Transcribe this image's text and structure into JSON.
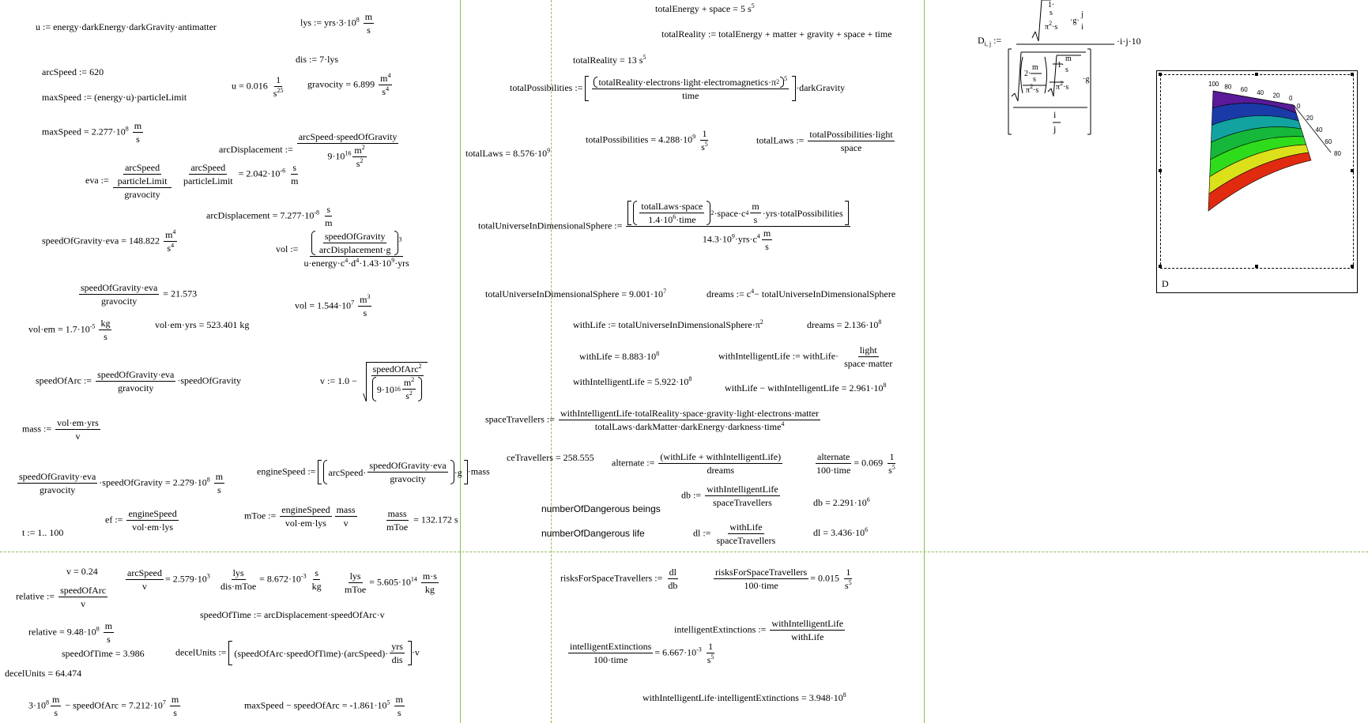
{
  "worksheet": {
    "u_def": "u := energy·darkEnergy·darkGravity·antimatter",
    "lys_lhs": "lys := yrs·3·10",
    "lys_exp": "8",
    "unit_m": "m",
    "unit_s": "s",
    "dis_def": "dis := 7·lys",
    "arcSpeed_def": "arcSpeed := 620",
    "u_val": "u = 0.016",
    "u_unit_num": "1",
    "u_unit_den": "s",
    "u_unit_exp": "25",
    "gravocity_val": "gravocity = 6.899",
    "gravocity_exp_num": "4",
    "gravocity_exp_den": "4",
    "maxSpeed_def": "maxSpeed := (energy·u)·particleLimit",
    "maxSpeed_val": "maxSpeed = 2.277·10",
    "maxSpeed_exp": "8",
    "arcDisp_lhs": "arcDisplacement :=",
    "arcDisp_num": "arcSpeed·speedOfGravity",
    "arcDisp_den": "9·10",
    "arcDisp_den_exp": "16",
    "eva_lhs": "eva :=",
    "eva_num1": "arcSpeed",
    "eva_den1": "particleLimit",
    "eva_den2": "gravocity",
    "eva_frac_num": "arcSpeed",
    "eva_frac_den": "particleLimit",
    "eva_val": "= 2.042·10",
    "eva_val_exp": "-6",
    "arcDisp_val": "arcDisplacement = 7.277·10",
    "arcDisp_val_exp": "-8",
    "sog_eva": "speedOfGravity·eva = 148.822",
    "vol_lhs": "vol :=",
    "vol_n1": "speedOfGravity",
    "vol_n2": "arcDisplacement·g",
    "vol_n_exp": "3",
    "vol_den": "u·energy·c",
    "vol_den2": "·d",
    "vol_den3": "·1.43·10",
    "vol_den3_exp": "9",
    "vol_den4": "·yrs",
    "frac_sog_eva_num": "speedOfGravity·eva",
    "frac_sog_eva_den": "gravocity",
    "frac_sog_eva_val": "= 21.573",
    "vol_val": "vol = 1.544·10",
    "vol_val_exp": "7",
    "vol_em_val": "vol·em = 1.7·10",
    "vol_em_exp": "-5",
    "unit_kg": "kg",
    "vol_em_yrs": "vol·em·yrs = 523.401 kg",
    "speedOfArc_lhs": "speedOfArc :=",
    "speedOfArc_num": "speedOfGravity·eva",
    "speedOfArc_den": "gravocity",
    "speedOfArc_tail": "·speedOfGravity",
    "v_lhs": "v := 1.0 −",
    "v_num": "speedOfArc",
    "v_num_exp": "2",
    "v_den": "9·10",
    "v_den_exp": "16",
    "mass_lhs": "mass :=",
    "mass_num": "vol·em·yrs",
    "mass_den": "v",
    "row_sog_num": "speedOfGravity·eva",
    "row_sog_den": "gravocity",
    "row_sog_tail": "·speedOfGravity = 2.279·10",
    "row_sog_exp": "8",
    "engine_lhs": "engineSpeed :=",
    "engine_a": "arcSpeed·",
    "engine_num": "speedOfGravity·eva",
    "engine_den": "gravocity",
    "engine_g": "·g",
    "engine_mass": "·mass",
    "ef_lhs": "ef :=",
    "ef_num": "engineSpeed",
    "ef_den": "vol·em·lys",
    "mtoe_lhs": "mToe :=",
    "mtoe_num": "engineSpeed",
    "mtoe_den": "vol·em·lys",
    "mtoe_num2": "mass",
    "mtoe_den2": "v",
    "mass_mtoe_num": "mass",
    "mass_mtoe_den": "mToe",
    "mass_mtoe_val": "= 132.172 s",
    "t_range": "t := 1.. 100",
    "v_val": "v = 0.24",
    "relative_lhs": "relative :=",
    "relative_num": "speedOfArc",
    "relative_den": "v",
    "arc_v_num": "arcSpeed",
    "arc_v_den": "v",
    "arc_v_val": "= 2.579·10",
    "lys_dis_num": "lys",
    "lys_dis_den": "dis·mToe",
    "lys_dis_val": "= 8.672·10",
    "lys_dis_exp": "-3",
    "lys_mtoe_num": "lys",
    "lys_mtoe_den": "mToe",
    "lys_mtoe_val": "= 5.605·10",
    "lys_mtoe_exp": "14",
    "unit_ms": "m·s",
    "speedOfTime_def": "speedOfTime := arcDisplacement·speedOfArc·v",
    "relative_val": "relative = 9.48·10",
    "relative_exp": "8",
    "speedOfTime_val": "speedOfTime = 3.986",
    "decel_lhs": "decelUnits :=",
    "decel_body": "(speedOfArc·speedOfTime)·(arcSpeed)·",
    "decel_num": "yrs",
    "decel_den": "dis",
    "decel_v": "·v",
    "decel_val": "decelUnits = 64.474",
    "bottom1_lhs": "3·10",
    "bottom1_exp": "8",
    "bottom1_rest": "− speedOfArc = 7.212·10",
    "bottom1_rest_exp": "7",
    "bottom2": "maxSpeed − speedOfArc = -1.861·10",
    "bottom2_exp": "5",
    "te_space": "totalEnergy + space = 5 s",
    "te_space_exp": "5",
    "tr_def": "totalReality := totalEnergy + matter + gravity + space + time",
    "tr_val": "totalReality = 13 s",
    "tr_val_exp": "5",
    "tp_lhs": "totalPossibilities :=",
    "tp_inner": "totalReality·electrons·light·electromagnetics·π",
    "tp_inner_exp": "2",
    "tp_outer_exp": "5",
    "tp_den": "time",
    "tp_tail": "·darkGravity",
    "tp_val": "totalPossibilities = 4.288·10",
    "tp_val_exp": "9",
    "tl_lhs": "totalLaws :=",
    "tl_num": "totalPossibilities·light",
    "tl_den": "space",
    "tl_val": "totalLaws = 8.576·10",
    "tl_val_exp": "9",
    "tu_lhs": "totalUniverseInDimensionalSphere :=",
    "tu_inner_num": "totalLaws·space",
    "tu_inner_den": "1.4·10",
    "tu_inner_den_exp": "6",
    "tu_inner_den2": "·time",
    "tu_inner_exp": "2",
    "tu_mid": "·space·c",
    "tu_mid_exp": "4",
    "tu_tail": "·yrs·totalPossibilities",
    "tu_den": "14.3·10",
    "tu_den_exp": "9",
    "tu_den2": "·yrs·c",
    "tu_den2_exp": "4",
    "tu_val": "totalUniverseInDimensionalSphere = 9.001·10",
    "tu_val_exp": "7",
    "dreams_def": "dreams := c",
    "dreams_def_exp": "4",
    "dreams_def_rest": "− totalUniverseInDimensionalSphere",
    "withLife_def": "withLife := totalUniverseInDimensionalSphere·π",
    "withLife_def_exp": "2",
    "dreams_val": "dreams = 2.136·10",
    "dreams_val_exp": "8",
    "withLife_val": "withLife = 8.883·10",
    "withLife_val_exp": "8",
    "wil_lhs": "withIntelligentLife := withLife·",
    "wil_num": "light",
    "wil_den": "space·matter",
    "wil_val": "withIntelligentLife = 5.922·10",
    "wil_val_exp": "8",
    "wl_minus": "withLife − withIntelligentLife = 2.961·10",
    "wl_minus_exp": "8",
    "st_lhs": "spaceTravellers :=",
    "st_num": "withIntelligentLife·totalReality·space·gravity·light·electrons·matter",
    "st_den": "totalLaws·darkMatter·darkEnergy·darkness·time",
    "st_den_exp": "4",
    "ce_val": "ceTravellers = 258.555",
    "alt_lhs": "alternate :=",
    "alt_num": "(withLife + withIntelligentLife)",
    "alt_den": "dreams",
    "alt_frac_num": "alternate",
    "alt_frac_den": "100·time",
    "alt_val": "= 0.069",
    "alt_unit_num": "1",
    "alt_unit_den": "s",
    "alt_unit_exp": "5",
    "nd_beings": "numberOfDangerous beings",
    "db_lhs": "db :=",
    "db_num": "withIntelligentLife",
    "db_den": "spaceTravellers",
    "db_val": "db = 2.291·10",
    "db_val_exp": "6",
    "nd_life": "numberOfDangerous life",
    "dl_lhs": "dl :=",
    "dl_num": "withLife",
    "dl_den": "spaceTravellers",
    "dl_val": "dl = 3.436·10",
    "dl_val_exp": "6",
    "risk_lhs": "risksForSpaceTravellers :=",
    "risk_num": "dl",
    "risk_den": "db",
    "risk_frac_num": "risksForSpaceTravellers",
    "risk_frac_den": "100·time",
    "risk_val": "= 0.015",
    "ie_lhs": "intelligentExtinctions :=",
    "ie_num": "withIntelligentLife",
    "ie_den": "withLife",
    "ie_frac_num": "intelligentExtinctions",
    "ie_frac_den": "100·time",
    "ie_val": "= 6.667·10",
    "ie_val_exp": "-3",
    "wil_ie": "withIntelligentLife·intelligentExtinctions = 3.948·10",
    "wil_ie_exp": "8",
    "D_lhs": "D",
    "D_sub": "i, j",
    "D_assign": ":=",
    "D_top_num": "1·",
    "D_top_unit_num": "m",
    "D_top_unit_den": "s",
    "D_top_den": "π",
    "D_top_den_exp": "2",
    "D_top_den2": "·s",
    "D_top_g": "·g·",
    "D_top_j": "j",
    "D_top_i": "i",
    "D_two": "2·",
    "D_one": "1·",
    "D_den_frac_num": "i",
    "D_den_frac_den": "j",
    "D_tail": "·i·j·10",
    "plot_label": "D"
  },
  "plot_ticks_left": [
    "100",
    "80",
    "60",
    "40",
    "20",
    "0"
  ],
  "plot_ticks_right": [
    "0",
    "20",
    "40",
    "60",
    "80"
  ],
  "plot_colors": [
    "#5a1a9a",
    "#1a3aa8",
    "#12a3a0",
    "#15b83a",
    "#2fdc1c",
    "#dce01a",
    "#e02b10"
  ]
}
